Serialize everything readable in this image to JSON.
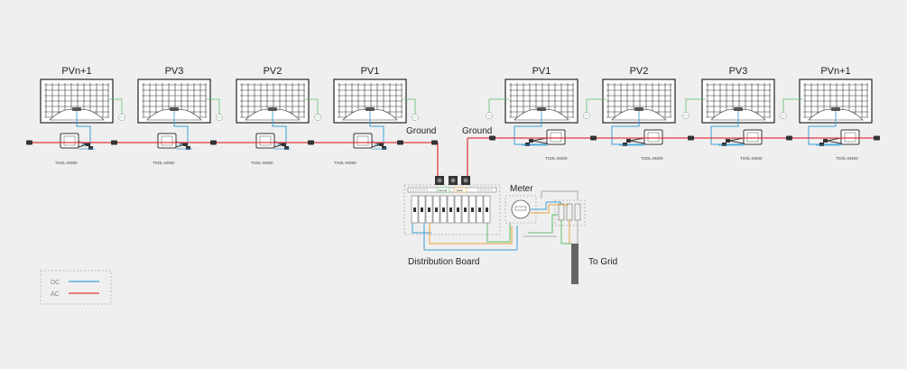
{
  "left_panels": [
    {
      "title": "PVn+1",
      "model": "TSOL-M350"
    },
    {
      "title": "PV3",
      "model": "TSOL-M350"
    },
    {
      "title": "PV2",
      "model": "TSOL-M350"
    },
    {
      "title": "PV1",
      "model": "TSOL-M350"
    }
  ],
  "right_panels": [
    {
      "title": "PV1",
      "model": "TSOL-M400"
    },
    {
      "title": "PV2",
      "model": "TSOL-M400"
    },
    {
      "title": "PV3",
      "model": "TSOL-M400"
    },
    {
      "title": "PVn+1",
      "model": "TSOL-M400"
    }
  ],
  "labels": {
    "ground_left": "Ground",
    "ground_right": "Ground",
    "meter": "Meter",
    "distribution_board": "Distribution Board",
    "to_grid": "To Grid",
    "neutral": "Neutral",
    "earth": "Earth"
  },
  "legend": [
    {
      "label": "DC",
      "color": "#3b9fd8"
    },
    {
      "label": "AC",
      "color": "#e0393e"
    }
  ],
  "colors": {
    "dc": "#3b9fd8",
    "ac": "#e0393e",
    "ground": "#5cbf6b",
    "orange": "#e8a23b",
    "dark": "#333333"
  }
}
